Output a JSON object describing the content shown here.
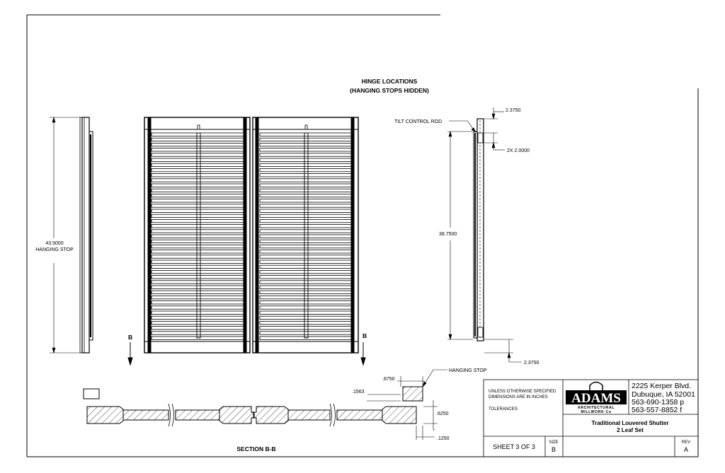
{
  "drawing": {
    "title_line1": "HINGE LOCATIONS",
    "title_line2": "(HANGING STOPS HIDDEN)",
    "left_view": {
      "dim_value": "43.5000",
      "dim_label": "HANGING STOP"
    },
    "right_view": {
      "leader_label": "TILT CONTROL ROD",
      "dim_top": "2.3750",
      "dim_hinge": "2X 2.0000",
      "dim_middle": "38.7500",
      "dim_bottom": "2.3750"
    },
    "section_marker": "B",
    "section": {
      "title": "SECTION B-B",
      "dim_8750": ".8750",
      "dim_1563": ".1563",
      "dim_6250": ".6250",
      "dim_1250": ".1250",
      "hanging_stop_label": "HANGING STOP"
    }
  },
  "title_block": {
    "notes_line1": "UNLESS OTHERWISE SPECIFIED",
    "notes_line2": "DIMENSIONS ARE IN INCHES",
    "tolerances_label": "TOLERANCES:",
    "logo_text": "ADAMS",
    "logo_sub1": "ARCHITECTURAL",
    "logo_sub2": "MILLWORK Co",
    "address_line1": "2225 Kerper Blvd.",
    "address_line2": "Dubuque, IA 52001",
    "phone": "563-690-1358 p",
    "fax": "563-557-8852 f",
    "product_line1": "Traditional Louvered Shutter",
    "product_line2": "2 Leaf Set",
    "sheet": "SHEET 3 OF 3",
    "size_label": "SIZE",
    "size_value": "B",
    "rev_label": "REV",
    "rev_value": "A"
  }
}
